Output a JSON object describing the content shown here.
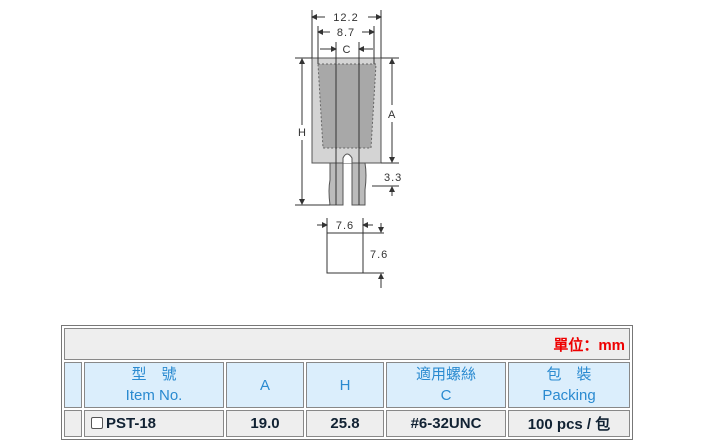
{
  "drawing": {
    "dim_width": "12.2",
    "dim_inner": "8.7",
    "dim_c": "C",
    "dim_h": "H",
    "dim_a": "A",
    "dim_leg": "3.3",
    "square_w": "7.6",
    "square_h": "7.6"
  },
  "table": {
    "unit": "單位：mm",
    "headers": [
      {
        "zh": "型　號",
        "en": "Item No."
      },
      {
        "en": "A"
      },
      {
        "en": "H"
      },
      {
        "zh": "適用螺絲",
        "en": "C"
      },
      {
        "zh": "包　裝",
        "en": "Packing"
      }
    ],
    "rows": [
      {
        "item": "PST-18",
        "a": "19.0",
        "h": "25.8",
        "c": "#6-32UNC",
        "packing": "100 pcs / 包"
      }
    ]
  }
}
